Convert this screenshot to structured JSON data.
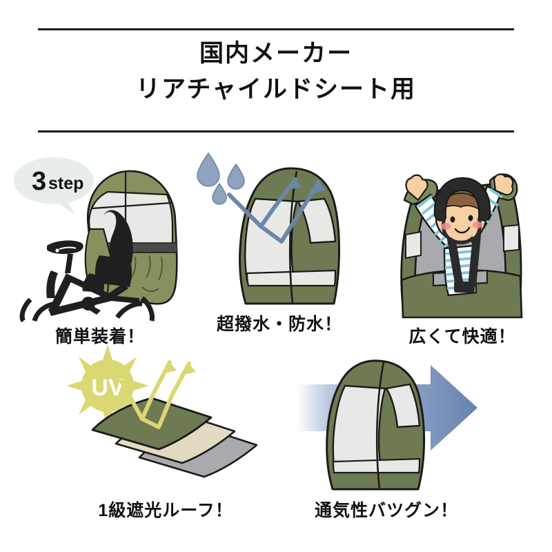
{
  "header": {
    "title_line1": "国内メーカー",
    "title_line2": "リアチャイルドシート用"
  },
  "colors": {
    "ink": "#111111",
    "olive": "#6e7a52",
    "olive_light": "#86915f",
    "olive_dark": "#5c6545",
    "panel_gray": "#e8e8e6",
    "seat_gray": "#a8aaad",
    "beige": "#e3dac2",
    "bubble": "#e7ecec",
    "drop_blue": "#8fa3bd",
    "arrow_blue": "#6b86a8",
    "airflow_blue": "#6682b0",
    "uv_yellow": "#dbd772",
    "skin": "#f6cfa2",
    "hair": "#8a6242",
    "stripe_blue": "#7fc4e0",
    "cheek": "#f08c8c",
    "black": "#1a1a1a"
  },
  "features": [
    {
      "id": "easy-mount",
      "caption": "簡単装着！",
      "badge_number": "3",
      "badge_suffix": "step",
      "icon": "bicycle-with-child-seat-cover"
    },
    {
      "id": "waterproof",
      "caption": "超撥水・防水！",
      "icon": "water-repellent-seat"
    },
    {
      "id": "roomy",
      "caption": "広くて快適！",
      "icon": "child-in-seat"
    },
    {
      "id": "uv-roof",
      "caption": "1級遮光ルーフ！",
      "badge_label": "UV",
      "icon": "uv-blackout-layers"
    },
    {
      "id": "breathable",
      "caption": "通気性バツグン！",
      "icon": "airflow-through-seat"
    }
  ]
}
